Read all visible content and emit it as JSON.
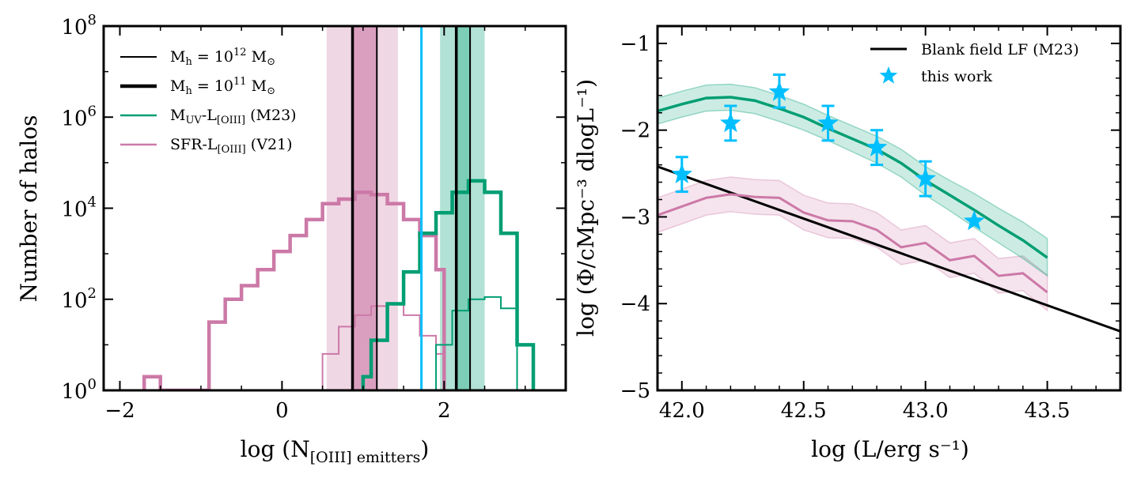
{
  "chart_data": [
    {
      "type": "step-histogram",
      "ylabel": "Number of halos",
      "xlabel_main": "log (N",
      "xlabel_sub": "[OIII] emitters",
      "xlabel_close": ")",
      "xlim": [
        -2.2,
        3.5
      ],
      "ylim_log10": [
        0,
        8
      ],
      "yscale": "log",
      "xticks": [
        -2,
        0,
        2
      ],
      "xtick_labels": [
        "−2",
        "0",
        "2"
      ],
      "yticks_log10": [
        0,
        2,
        4,
        6,
        8
      ],
      "ytick_bases": [
        "10",
        "10",
        "10",
        "10",
        "10"
      ],
      "ytick_exps": [
        "0",
        "2",
        "4",
        "6",
        "8"
      ],
      "colors": {
        "pink": "#cc79a7",
        "green": "#009e73",
        "cyan": "#00bfff",
        "black": "#000000"
      },
      "legend": {
        "placement": "upper-left",
        "entries": [
          {
            "label": "M_h = 10^12 M_⊙",
            "parts": [
              "M",
              "h",
              " = 10",
              "12",
              " M",
              "⊙"
            ],
            "style": "thin-black"
          },
          {
            "label": "M_h = 10^11 M_⊙",
            "parts": [
              "M",
              "h",
              " = 10",
              "11",
              " M",
              "⊙"
            ],
            "style": "thick-black"
          },
          {
            "label": "M_UV-L_[OIII] (M23)",
            "parts": [
              "M",
              "UV",
              "-L",
              "[OIII]",
              " (M23)"
            ],
            "style": "green"
          },
          {
            "label": "SFR-L_[OIII] (V21)",
            "parts": [
              "SFR-L",
              "[OIII]",
              " (V21)"
            ],
            "style": "pink"
          }
        ]
      },
      "series": [
        {
          "name": "M_h = 10^11 (pink, thick)",
          "edges": [
            -1.7,
            -1.5,
            -1.3,
            -1.1,
            -0.9,
            -0.7,
            -0.5,
            -0.3,
            -0.1,
            0.1,
            0.3,
            0.5,
            0.7,
            0.9,
            1.1,
            1.3,
            1.5,
            1.7,
            1.9,
            2.0
          ],
          "log_counts": [
            0.3,
            0,
            0,
            0,
            1.5,
            2.0,
            2.3,
            2.65,
            3.05,
            3.4,
            3.75,
            4.1,
            4.2,
            4.35,
            4.3,
            4.1,
            3.75,
            3.4,
            2.65
          ]
        },
        {
          "name": "M_h = 10^12 (pink, thin)",
          "edges": [
            0.5,
            0.7,
            0.9,
            1.1,
            1.3,
            1.5,
            1.7,
            1.9,
            2.0
          ],
          "log_counts": [
            0.8,
            1.4,
            1.65,
            1.85,
            1.9,
            1.65,
            1.2,
            0.8
          ]
        },
        {
          "name": "M_h = 10^11 (green, thick)",
          "edges": [
            1.0,
            1.1,
            1.3,
            1.5,
            1.7,
            1.9,
            2.1,
            2.3,
            2.5,
            2.7,
            2.9,
            3.1
          ],
          "log_counts": [
            0.3,
            1.1,
            1.9,
            2.6,
            3.45,
            3.9,
            4.35,
            4.6,
            4.35,
            3.45,
            1.0
          ]
        },
        {
          "name": "M_h = 10^12 (green, thin)",
          "edges": [
            1.9,
            2.1,
            2.3,
            2.5,
            2.7,
            2.9
          ],
          "log_counts": [
            1.0,
            1.75,
            2.0,
            2.05,
            1.8
          ]
        }
      ],
      "vertical_lines": [
        {
          "x": 0.87,
          "color": "black",
          "width": "thick"
        },
        {
          "x": 1.17,
          "color": "black",
          "width": "thin"
        },
        {
          "x": 1.72,
          "color": "cyan",
          "width": "medium"
        },
        {
          "x": 2.15,
          "color": "black",
          "width": "thick"
        },
        {
          "x": 2.32,
          "color": "black",
          "width": "thin"
        }
      ],
      "shaded_bands": [
        {
          "x": [
            0.55,
            1.43
          ],
          "color": "pink",
          "alpha": 0.3
        },
        {
          "x": [
            0.87,
            1.17
          ],
          "color": "pink",
          "alpha": 0.6
        },
        {
          "x": [
            1.95,
            2.5
          ],
          "color": "green",
          "alpha": 0.3
        },
        {
          "x": [
            2.15,
            2.32
          ],
          "color": "green",
          "alpha": 0.3
        }
      ]
    },
    {
      "type": "line-scatter",
      "ylabel": "log (Φ/cMpc⁻³ dlogL⁻¹)",
      "xlabel": "log (L/erg s⁻¹)",
      "xlim": [
        41.9,
        43.8
      ],
      "ylim": [
        -5,
        -0.8
      ],
      "xticks": [
        42.0,
        42.5,
        43.0,
        43.5
      ],
      "xtick_labels": [
        "42.0",
        "42.5",
        "43.0",
        "43.5"
      ],
      "yticks": [
        -5,
        -4,
        -3,
        -2,
        -1
      ],
      "ytick_labels": [
        "−5",
        "−4",
        "−3",
        "−2",
        "−1"
      ],
      "legend": {
        "placement": "upper-right",
        "entries": [
          {
            "label": "Blank field LF (M23)",
            "style": "black-line"
          },
          {
            "label": "this work",
            "style": "cyan-star"
          }
        ]
      },
      "blank_field": {
        "x": [
          41.9,
          43.8
        ],
        "y": [
          -2.42,
          -4.32
        ]
      },
      "green_model": {
        "x": [
          41.9,
          42.0,
          42.1,
          42.2,
          42.3,
          42.4,
          42.5,
          42.6,
          42.7,
          42.8,
          42.9,
          43.0,
          43.1,
          43.2,
          43.3,
          43.4,
          43.5
        ],
        "y": [
          -1.78,
          -1.7,
          -1.63,
          -1.62,
          -1.66,
          -1.75,
          -1.85,
          -1.98,
          -2.1,
          -2.22,
          -2.38,
          -2.58,
          -2.75,
          -2.92,
          -3.1,
          -3.27,
          -3.47
        ],
        "lo": [
          -1.93,
          -1.85,
          -1.78,
          -1.77,
          -1.81,
          -1.9,
          -2.0,
          -2.12,
          -2.25,
          -2.38,
          -2.54,
          -2.75,
          -2.93,
          -3.12,
          -3.3,
          -3.48,
          -3.68
        ],
        "hi": [
          -1.63,
          -1.55,
          -1.48,
          -1.47,
          -1.51,
          -1.6,
          -1.7,
          -1.83,
          -1.95,
          -2.07,
          -2.22,
          -2.42,
          -2.58,
          -2.73,
          -2.9,
          -3.06,
          -3.25
        ]
      },
      "pink_model": {
        "x": [
          41.9,
          42.0,
          42.1,
          42.2,
          42.3,
          42.4,
          42.5,
          42.6,
          42.7,
          42.8,
          42.9,
          43.0,
          43.1,
          43.2,
          43.3,
          43.4,
          43.5
        ],
        "y": [
          -2.98,
          -2.88,
          -2.78,
          -2.74,
          -2.77,
          -2.78,
          -2.95,
          -3.04,
          -3.05,
          -3.15,
          -3.35,
          -3.3,
          -3.5,
          -3.45,
          -3.68,
          -3.65,
          -3.87
        ],
        "lo": [
          -3.18,
          -3.08,
          -2.98,
          -2.94,
          -2.97,
          -2.98,
          -3.15,
          -3.24,
          -3.25,
          -3.35,
          -3.55,
          -3.5,
          -3.7,
          -3.65,
          -3.88,
          -3.85,
          -4.08
        ],
        "hi": [
          -2.78,
          -2.68,
          -2.58,
          -2.54,
          -2.57,
          -2.58,
          -2.75,
          -2.84,
          -2.85,
          -2.95,
          -3.15,
          -3.1,
          -3.3,
          -3.25,
          -3.48,
          -3.45,
          -3.67
        ]
      },
      "this_work": {
        "x": [
          42.0,
          42.2,
          42.4,
          42.6,
          42.8,
          43.0,
          43.2
        ],
        "y": [
          -2.51,
          -1.92,
          -1.56,
          -1.92,
          -2.2,
          -2.56,
          -3.05
        ],
        "err_lo": [
          0.2,
          0.2,
          0.18,
          0.2,
          0.2,
          0.2,
          0.0
        ],
        "err_hi": [
          0.2,
          0.2,
          0.2,
          0.2,
          0.2,
          0.2,
          0.0
        ]
      }
    }
  ]
}
